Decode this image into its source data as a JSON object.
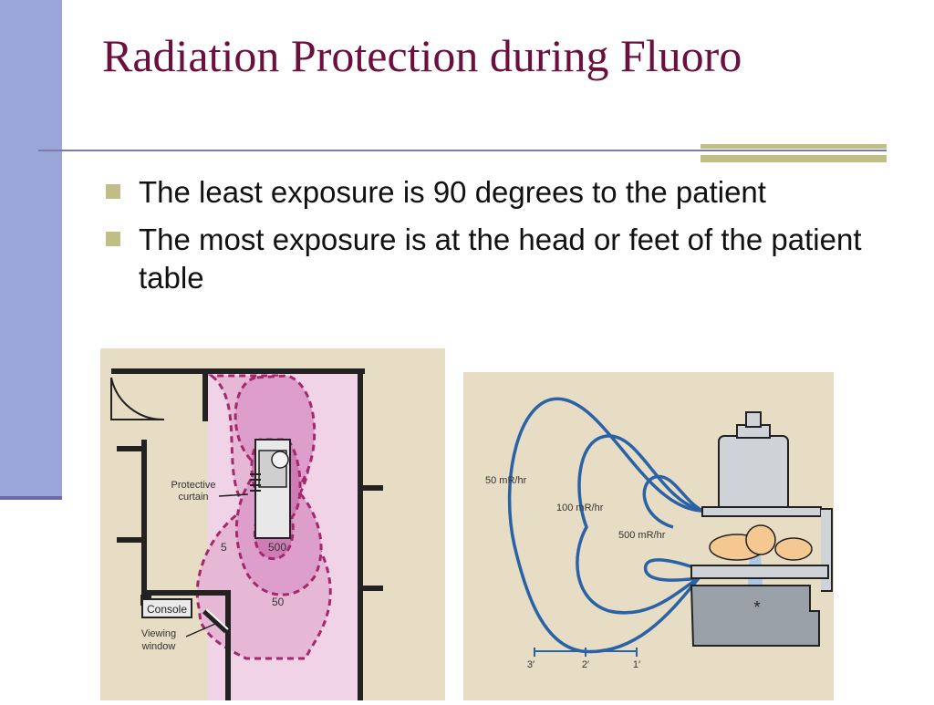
{
  "slide": {
    "title": "Radiation Protection during Fluoro",
    "bullets": [
      "The least exposure is 90 degrees to the patient",
      "The most exposure is at the head or feet of the patient table"
    ]
  },
  "figure_left": {
    "labels": {
      "protective_curtain_1": "Protective",
      "protective_curtain_2": "curtain",
      "console": "Console",
      "viewing_window_1": "Viewing",
      "viewing_window_2": "window",
      "iso_5": "5",
      "iso_500": "500",
      "iso_50": "50"
    }
  },
  "figure_right": {
    "labels": {
      "iso_50": "50 mR/hr",
      "iso_100": "100 mR/hr",
      "iso_500": "500 mR/hr",
      "scale_3": "3′",
      "scale_2": "2′",
      "scale_1": "1′",
      "asterisk": "*"
    }
  },
  "colors": {
    "title": "#6b0f3c",
    "side_bar": "#9aa6d8",
    "accent": "#bfbf85",
    "figure_bg": "#e7dcc4",
    "isodose_blue": "#2a62a8",
    "isodose_pink": "#b8367e"
  }
}
